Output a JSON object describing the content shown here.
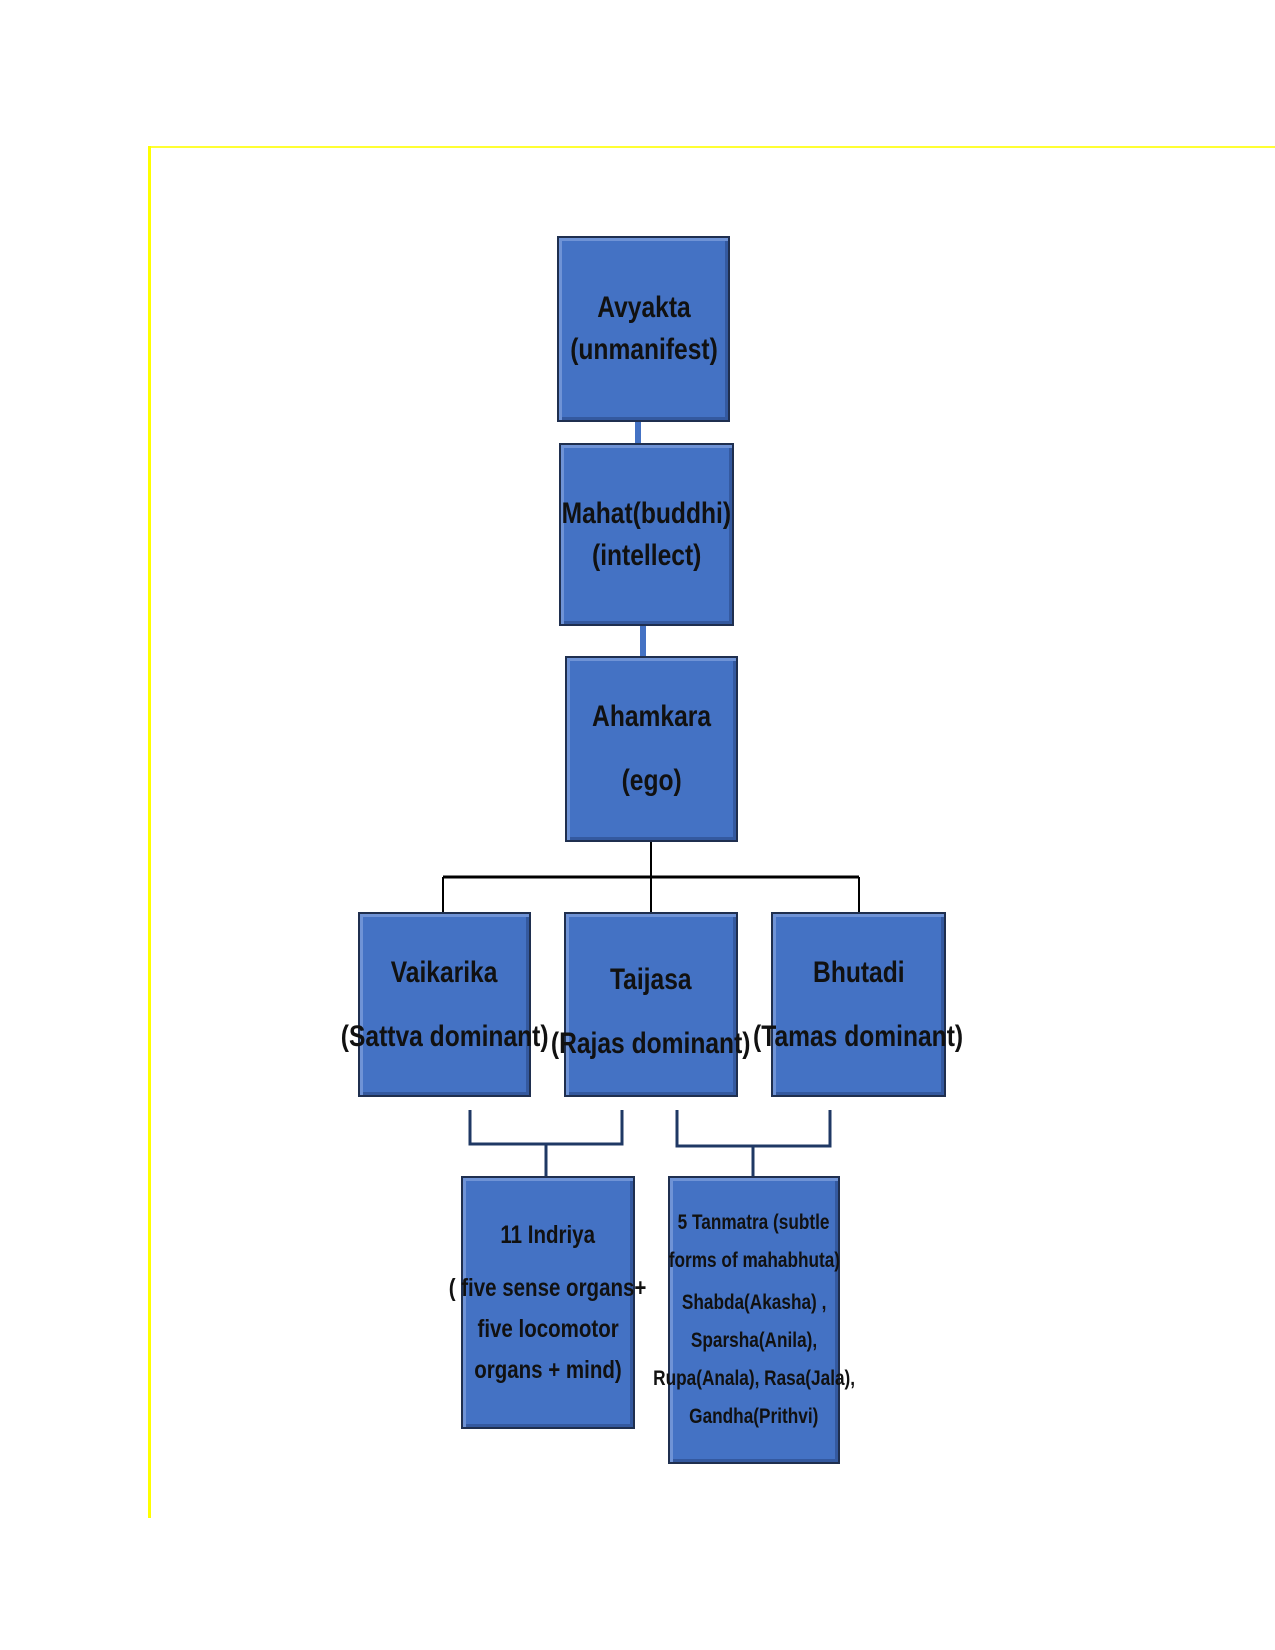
{
  "nodes": {
    "avyakta": {
      "line1": "Avyakta",
      "line2": "(unmanifest)"
    },
    "mahat": {
      "line1": "Mahat(buddhi)",
      "line2": "(intellect)"
    },
    "ahamkara": {
      "line1": "Ahamkara",
      "line2": "(ego)"
    },
    "vaikarika": {
      "line1": "Vaikarika",
      "line2": "(Sattva dominant)"
    },
    "taijasa": {
      "line1": "Taijasa",
      "line2": "(Rajas dominant)"
    },
    "bhutadi": {
      "line1": "Bhutadi",
      "line2": "(Tamas dominant)"
    },
    "indriya": {
      "line1": "11 Indriya",
      "line2": "( five sense organs+",
      "line3": "five locomotor",
      "line4": "organs + mind)"
    },
    "tanmatra": {
      "line1": "5 Tanmatra (subtle",
      "line2": "forms of mahabhuta)",
      "line3": "Shabda(Akasha) ,",
      "line4": "Sparsha(Anila),",
      "line5": "Rupa(Anala), Rasa(Jala),",
      "line6": "Gandha(Prithvi)"
    }
  },
  "colors": {
    "node_fill": "#4472c4",
    "frame": "#ffff00",
    "arrow": "#4472c4",
    "connector": "#000000",
    "bracket": "#1f3864"
  }
}
